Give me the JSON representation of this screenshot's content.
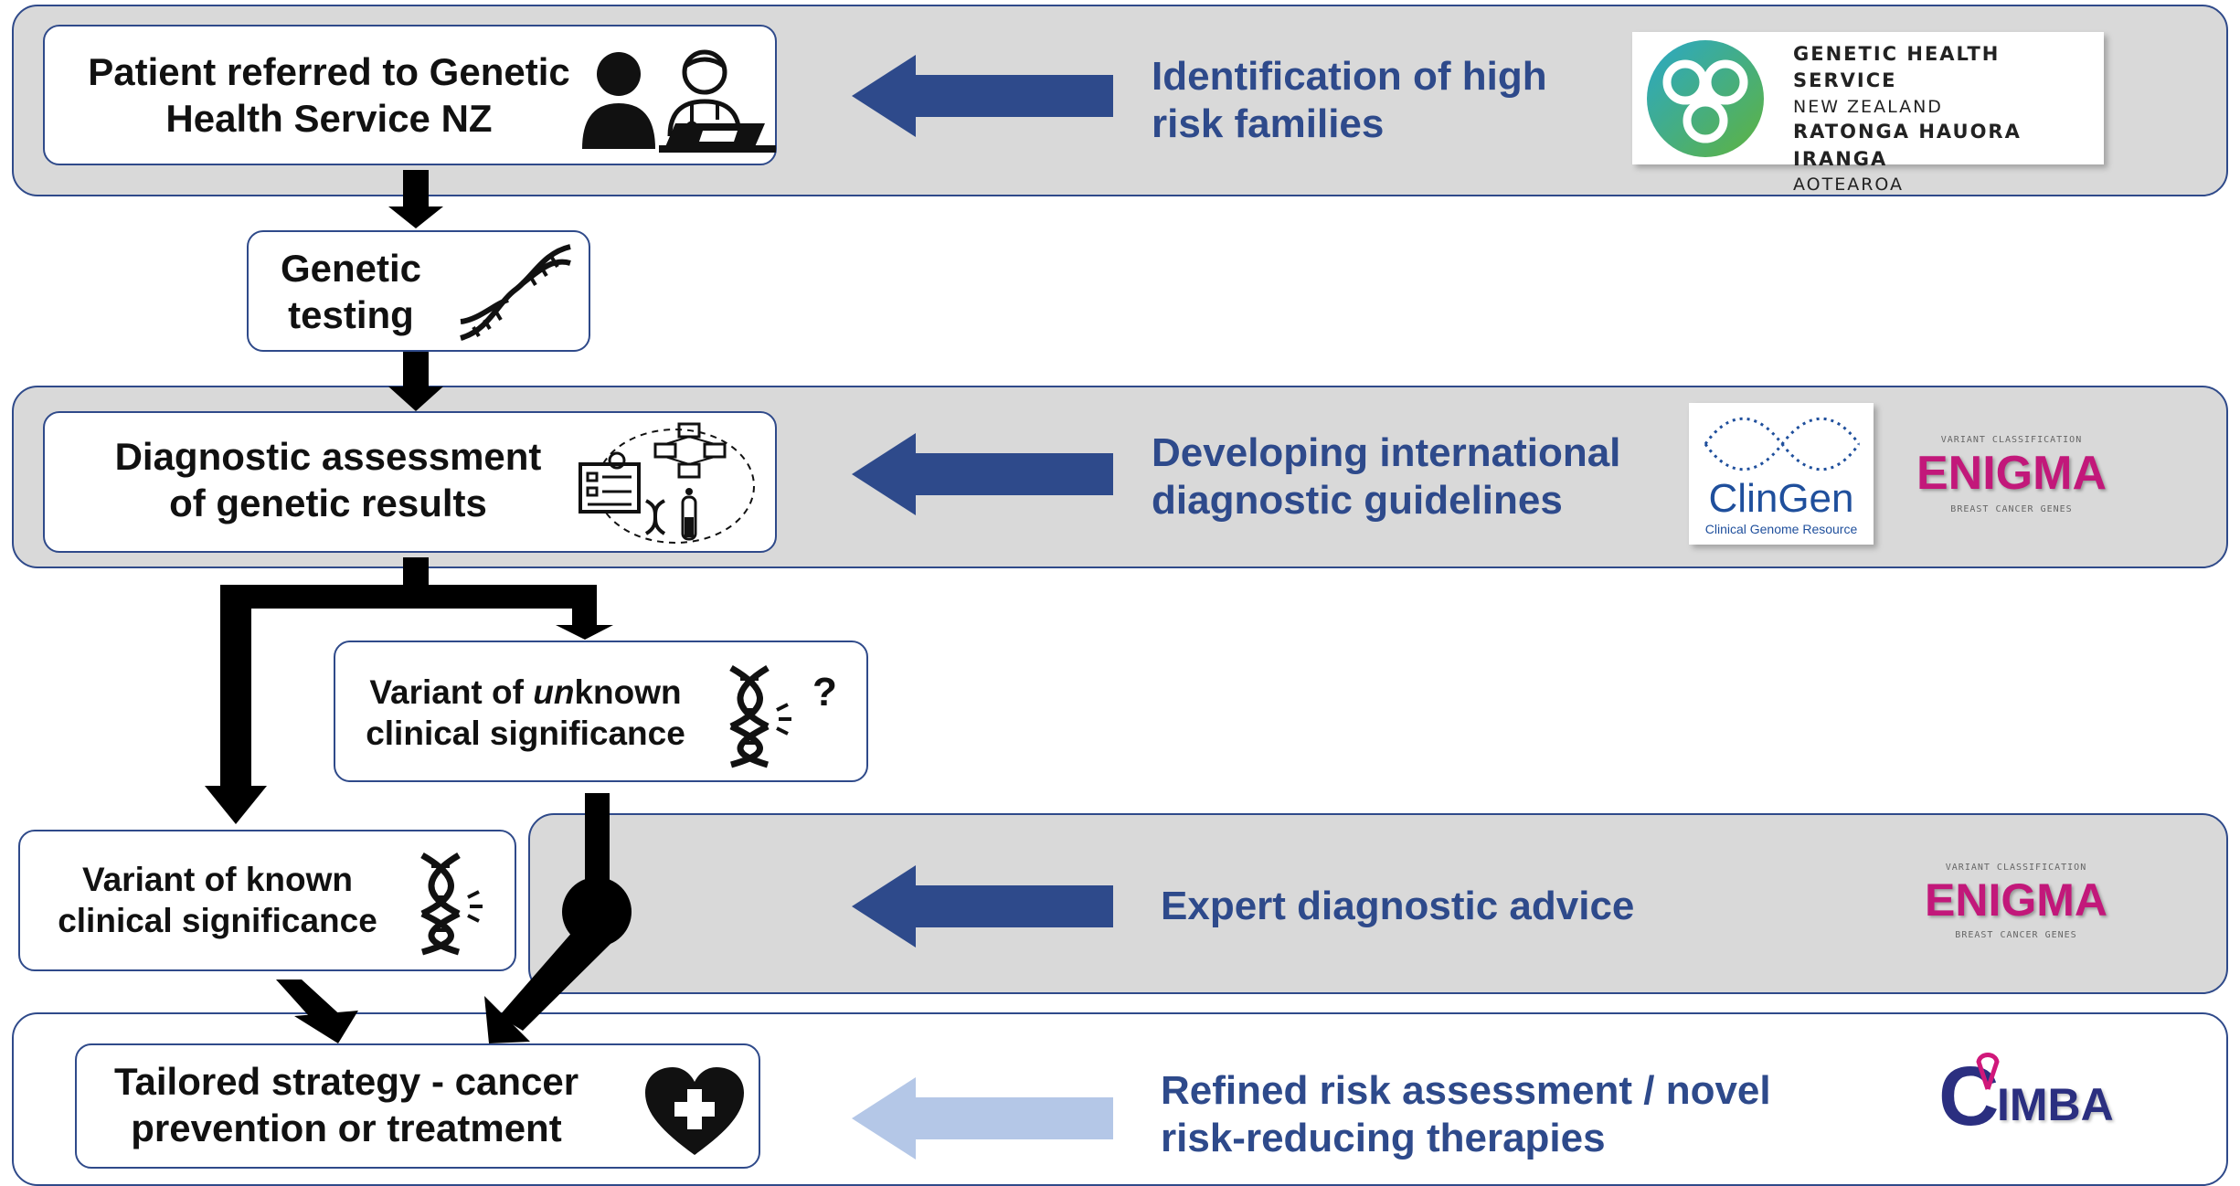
{
  "steps": {
    "referral": "Patient referred to Genetic Health Service NZ",
    "referral_l1": "Patient referred to Genetic",
    "referral_l2": "Health Service NZ",
    "testing_l1": "Genetic",
    "testing_l2": "testing",
    "assessment_l1": "Diagnostic assessment",
    "assessment_l2": "of genetic results",
    "vus_l1a": "Variant of ",
    "vus_l1b": "un",
    "vus_l1c": "known",
    "vus_l2": "clinical significance",
    "known_l1": "Variant of known",
    "known_l2": "clinical significance",
    "strategy_l1": "Tailored strategy - cancer",
    "strategy_l2": "prevention or treatment",
    "question_mark": "?"
  },
  "contributions": {
    "row1_l1": "Identification of high",
    "row1_l2": "risk families",
    "row2_l1": "Developing international",
    "row2_l2": "diagnostic guidelines",
    "row3": "Expert diagnostic advice",
    "row4_l1": "Refined risk assessment / novel",
    "row4_l2": "risk-reducing therapies"
  },
  "logos": {
    "ghs_l1": "GENETIC HEALTH SERVICE",
    "ghs_l2": "NEW ZEALAND",
    "ghs_l3": "RATONGA HAUORA IRANGA",
    "ghs_l4": "AOTEAROA",
    "clingen_name": "ClinGen",
    "clingen_sub": "Clinical Genome Resource",
    "enigma_name": "ENIGMA",
    "enigma_top": "VARIANT CLASSIFICATION",
    "enigma_bottom": "BREAST CANCER GENES",
    "cimba_name": "IMBA",
    "cimba_c": "C"
  },
  "colors": {
    "band_border": "#2f4a8a",
    "band_fill": "#d9d9d9",
    "arrow_dark": "#2e4a8b",
    "arrow_light": "#b4c7e7",
    "text_blue": "#2e4a8b",
    "enigma_pink": "#c2187a"
  },
  "icons": [
    "doctor-patient-icon",
    "dna-icon",
    "diagnostic-workflow-icon",
    "dna-question-icon",
    "dna-known-icon",
    "heart-plus-icon"
  ]
}
